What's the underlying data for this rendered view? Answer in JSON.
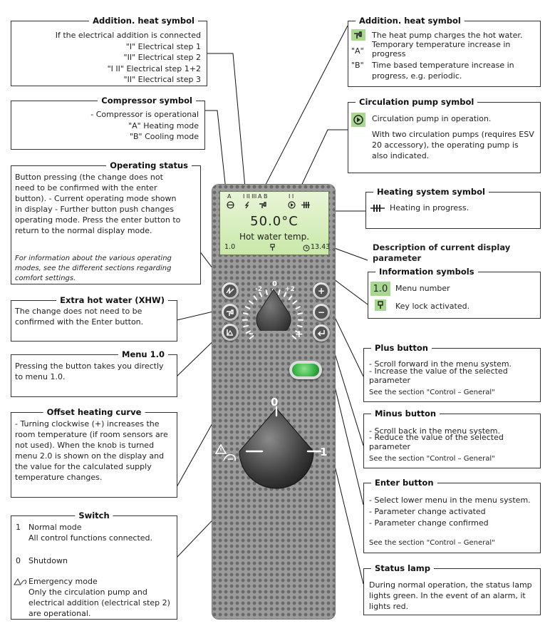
{
  "addition_heat_left": {
    "title": "Addition. heat symbol",
    "lines": [
      "If the electrical addition is connected",
      "\"I\" Electrical step 1",
      "\"II\" Electrical step 2",
      "\"I II\" Electrical step 1+2",
      "\"II\" Electrical step 3"
    ]
  },
  "compressor": {
    "title": "Compressor symbol",
    "lines": [
      "- Compressor is operational",
      "\"A\" Heating mode",
      "\"B\" Cooling mode"
    ]
  },
  "operating_status": {
    "title": "Operating status",
    "body": "Button pressing (the change does not need to be confirmed with the enter button). - Current operating mode shown in display - Further button push changes operating mode. Press the enter button to return to the normal display mode.",
    "note": "For information about the various operating modes, see the different sections regarding comfort settings."
  },
  "extra_hot_water": {
    "title": "Extra hot water (XHW)",
    "body": "The change does not need to be confirmed with the Enter button."
  },
  "menu_10": {
    "title": "Menu 1.0",
    "body": "Pressing the button takes you directly to menu 1.0."
  },
  "offset_curve": {
    "title": "Offset heating curve",
    "body": "- Turning clockwise (+) increases the room temperature (if room sensors are not used). When the knob is turned menu 2.0 is shown on the display and the value for the calculated supply temperature changes."
  },
  "switch": {
    "title": "Switch",
    "items": [
      {
        "key": "1",
        "label": "Normal mode",
        "desc": "All control functions connected."
      },
      {
        "key": "0",
        "label": "Shutdown",
        "desc": ""
      },
      {
        "key": "",
        "label": "Emergency mode",
        "desc": "Only the circulation pump and electrical addition (electrical step 2) are operational."
      }
    ]
  },
  "addition_heat_right": {
    "title": "Addition. heat symbol",
    "lines": [
      {
        "key": "",
        "text": "The heat pump charges the hot water."
      },
      {
        "key": "\"A\"",
        "text": "Temporary temperature increase in progress"
      },
      {
        "key": "\"B\"",
        "text": "Time based temperature increase in progress, e.g. periodic."
      }
    ]
  },
  "circulation_pump": {
    "title": "Circulation pump symbol",
    "line1": "Circulation pump in operation.",
    "line2": "With two circulation pumps (requires ESV 20 accessory), the operating pump is also indicated."
  },
  "heating_system": {
    "title": "Heating system symbol",
    "body": "Heating in progress."
  },
  "description_label": "Description of current display parameter",
  "info_symbols": {
    "title": "Information symbols",
    "menu_badge": "1.0",
    "menu_text": "Menu number",
    "lock_text": "Key lock activated."
  },
  "plus_button": {
    "title": "Plus button",
    "lines": [
      "- Scroll forward in the menu system.",
      "- Increase the value of the selected parameter"
    ],
    "see": "See the section \"Control – General\""
  },
  "minus_button": {
    "title": "Minus button",
    "lines": [
      "- Scroll back in the menu system.",
      "- Reduce the value of the selected parameter"
    ],
    "see": "See the section \"Control – General\""
  },
  "enter_button": {
    "title": "Enter button",
    "lines": [
      "- Select lower menu in the menu system.",
      "- Parameter change activated",
      "- Parameter change confirmed"
    ],
    "see": "See the section \"Control – General\""
  },
  "status_lamp": {
    "title": "Status lamp",
    "body": "During normal operation, the status lamp lights green. In the event of an alarm, it lights red."
  },
  "display": {
    "top_a": "A",
    "top_steps": "I II III",
    "top_ab": "A B",
    "top_ii": "I I",
    "temperature": "50.0°C",
    "parameter": "Hot water temp.",
    "menu": "1.0",
    "time": "13.43"
  },
  "dial_small": {
    "zero": "0",
    "minus2": "-2",
    "plus2": "+2",
    "minus": "–",
    "plus": "+"
  },
  "dial_big": {
    "zero": "0",
    "one": "1"
  },
  "colors": {
    "display_green": "#c8e8a8",
    "lamp_green": "#3cb84a",
    "icon_green": "#a8d890"
  }
}
